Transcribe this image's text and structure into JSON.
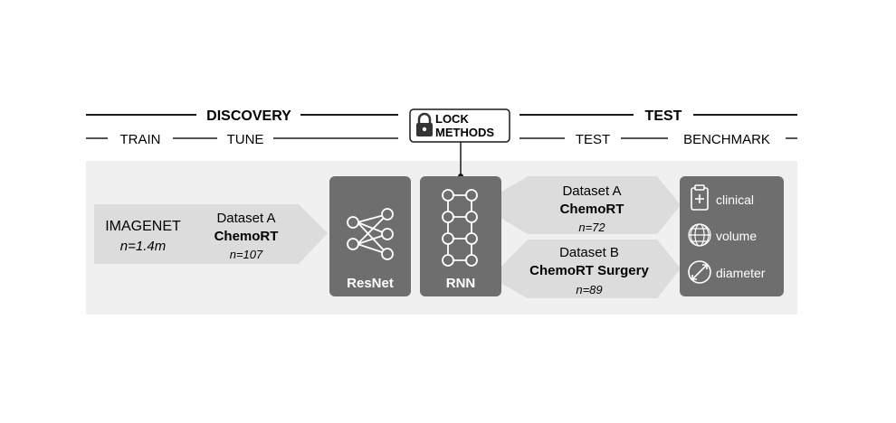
{
  "header": {
    "discovery": "DISCOVERY",
    "test": "TEST",
    "train": "TRAIN",
    "tune": "TUNE",
    "test_sub": "TEST",
    "benchmark": "BENCHMARK",
    "lock_line1": "LOCK",
    "lock_line2": "METHODS"
  },
  "train_input": {
    "name": "IMAGENET",
    "n": "n=1.4m"
  },
  "tune_input": {
    "dataset": "Dataset A",
    "name": "ChemoRT",
    "n": "n=107"
  },
  "models": {
    "resnet": "ResNet",
    "rnn": "RNN"
  },
  "test_sets": [
    {
      "dataset": "Dataset A",
      "name": "ChemoRT",
      "n": "n=72"
    },
    {
      "dataset": "Dataset B",
      "name": "ChemoRT Surgery",
      "n": "n=89"
    }
  ],
  "benchmark": [
    {
      "label": "clinical",
      "icon": "clipboard-plus-icon"
    },
    {
      "label": "volume",
      "icon": "sphere-grid-icon"
    },
    {
      "label": "diameter",
      "icon": "circle-diameter-icon"
    }
  ],
  "colors": {
    "panel": "#f0f0f0",
    "arrow": "#dcdcdc",
    "model_box": "#6e6e6e",
    "text": "#1a1a1a"
  }
}
